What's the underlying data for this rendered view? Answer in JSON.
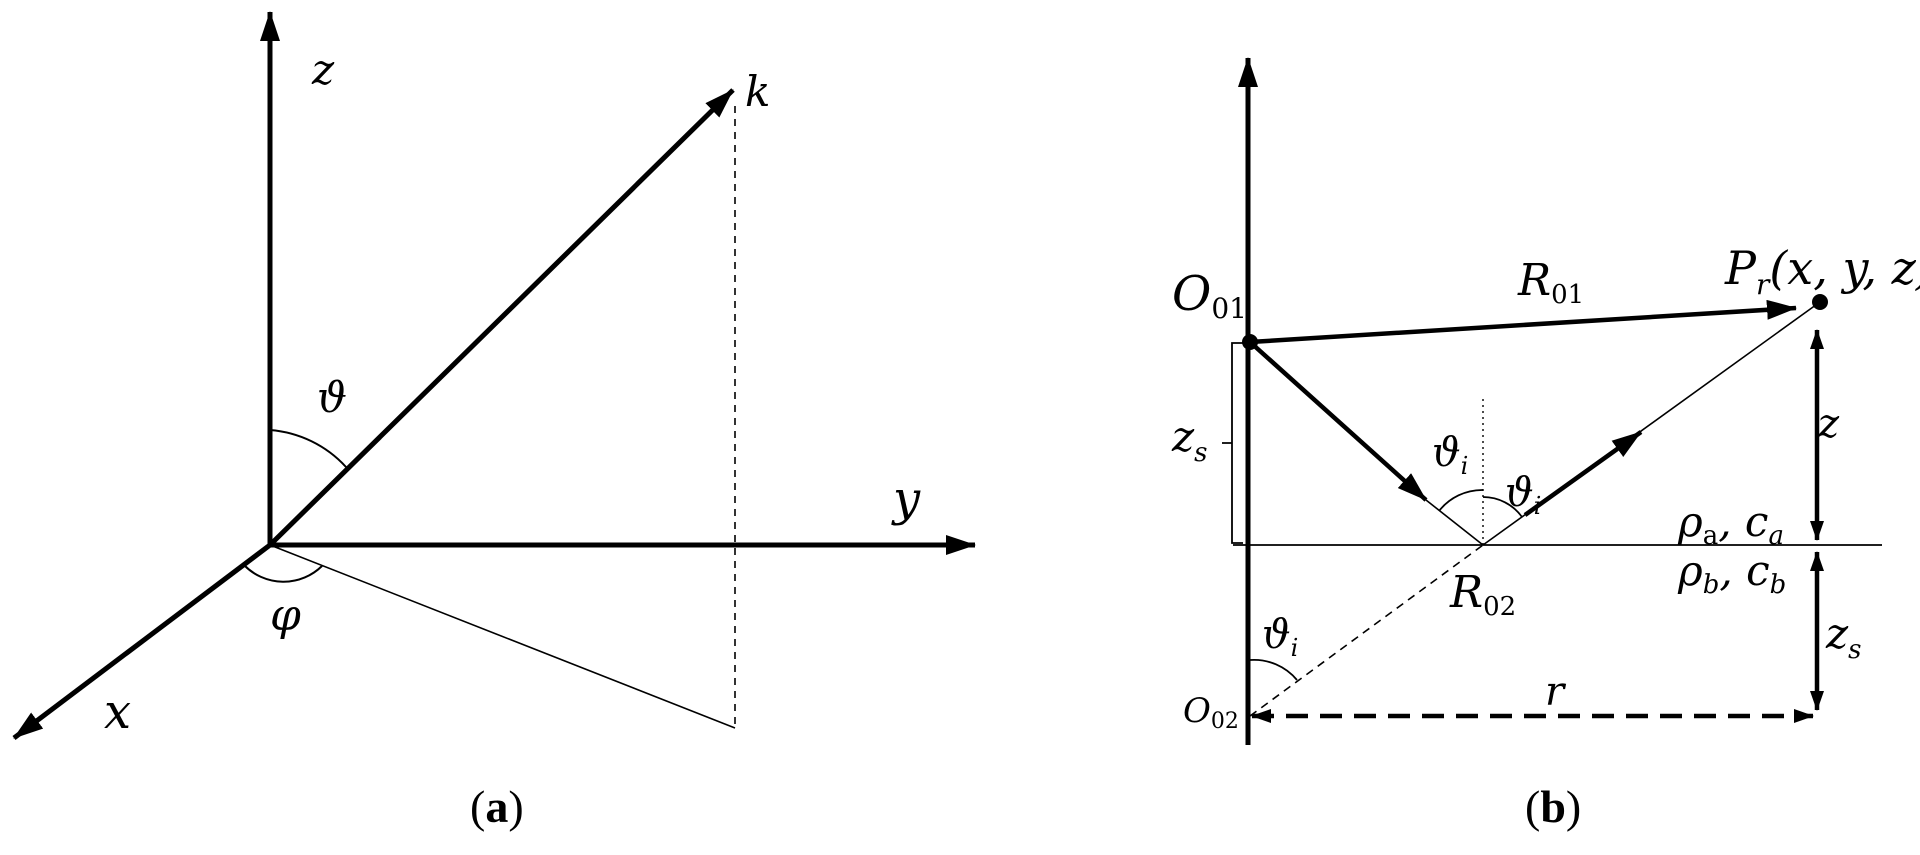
{
  "panel_a": {
    "axis_z": "z",
    "axis_y": "y",
    "axis_x": "x",
    "vector_k": "k",
    "angle_theta": "ϑ",
    "angle_phi": "φ",
    "caption_open": "(",
    "caption_letter": "a",
    "caption_close": ")"
  },
  "panel_b": {
    "source_O01": {
      "main": "O",
      "sub": "01"
    },
    "image_source_O02": {
      "main": "O",
      "sub": "02"
    },
    "reflection_point_R02": {
      "main": "R",
      "sub": "02"
    },
    "direct_path_R01": {
      "main": "R",
      "sub": "01"
    },
    "receiver": {
      "main": "P",
      "sub": "r",
      "coords": "(x, y, z)"
    },
    "height_z": "z",
    "source_depth_zs_left": {
      "main": "z",
      "sub": "s"
    },
    "source_depth_zs_right": {
      "main": "z",
      "sub": "s"
    },
    "distance_r": "r",
    "angle_theta_i": {
      "main": "ϑ",
      "sub": "i"
    },
    "medium_a": {
      "rho": "ρ",
      "rho_sub": "a",
      "sep": ", ",
      "c": "c",
      "c_sub": "a"
    },
    "medium_b": {
      "rho": "ρ",
      "rho_sub": "b",
      "sep": ", ",
      "c": "c",
      "c_sub": "b"
    },
    "caption_open": "(",
    "caption_letter": "b",
    "caption_close": ")"
  }
}
